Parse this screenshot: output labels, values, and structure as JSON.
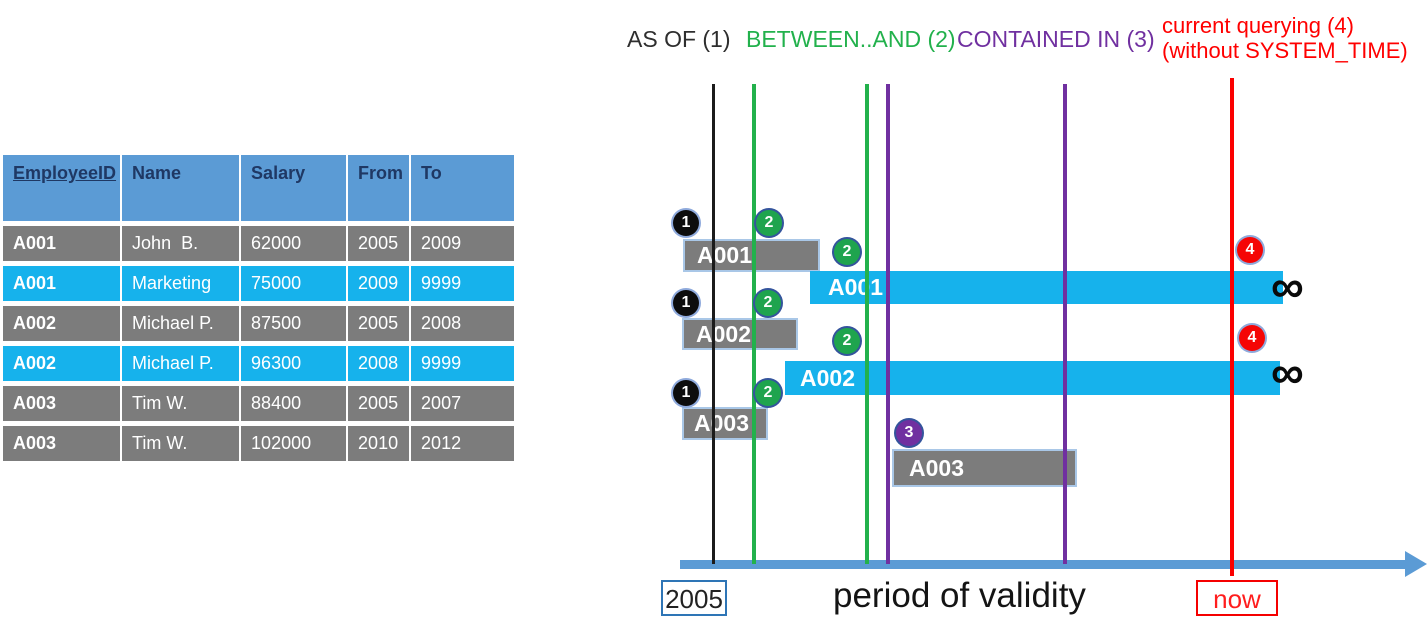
{
  "table": {
    "headers": [
      "EmployeeID",
      "Name",
      "Salary",
      "From",
      "To"
    ],
    "rows": [
      {
        "id": "A001",
        "name": "John  B.",
        "salary": "62000",
        "from": "2005",
        "to": "2009",
        "highlight": false
      },
      {
        "id": "A001",
        "name": "Marketing",
        "salary": "75000",
        "from": "2009",
        "to": "9999",
        "highlight": true
      },
      {
        "id": "A002",
        "name": "Michael P.",
        "salary": "87500",
        "from": "2005",
        "to": "2008",
        "highlight": false
      },
      {
        "id": "A002",
        "name": "Michael P.",
        "salary": "96300",
        "from": "2008",
        "to": "9999",
        "highlight": true
      },
      {
        "id": "A003",
        "name": "Tim W.",
        "salary": "88400",
        "from": "2005",
        "to": "2007",
        "highlight": false
      },
      {
        "id": "A003",
        "name": "Tim W.",
        "salary": "102000",
        "from": "2010",
        "to": "2012",
        "highlight": false
      }
    ]
  },
  "legend": {
    "as_of": "AS OF (1)",
    "between_and": "BETWEEN..AND (2)",
    "contained_in": "CONTAINED IN (3)",
    "current_querying_line1": "current querying (4)",
    "current_querying_line2": "(without SYSTEM_TIME)"
  },
  "diagram": {
    "bars": {
      "a001_old": "A001",
      "a001_current": "A001",
      "a002_old": "A002",
      "a002_current": "A002",
      "a003_old": "A003",
      "a003_second": "A003"
    },
    "markers": {
      "one": "1",
      "two": "2",
      "three": "3",
      "four": "4"
    },
    "infinity": "∞",
    "axis": {
      "origin": "2005",
      "label": "period of validity",
      "now": "now"
    }
  },
  "colors": {
    "header_blue": "#5B9BD5",
    "row_gray": "#7C7C7C",
    "row_cyan": "#16B2EC",
    "green": "#22B14C",
    "purple": "#7030A0",
    "red": "#FF0000",
    "axis_blue": "#5B9BD5",
    "header_text_navy": "#1F3864"
  }
}
